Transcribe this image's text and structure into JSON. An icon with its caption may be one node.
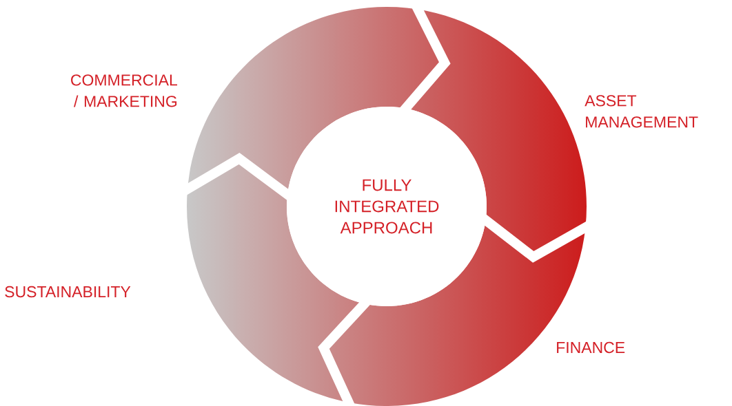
{
  "diagram": {
    "nodes": [
      {
        "text": [
          "FULLY INTEGRATED APPROACH"
        ]
      }
    ],
    "labels": [
      "COMMERCIAL / MARKETING",
      "ASSET MANAGEMENT",
      "SUSTAINABILITY",
      "FINANCE"
    ]
  }
}
